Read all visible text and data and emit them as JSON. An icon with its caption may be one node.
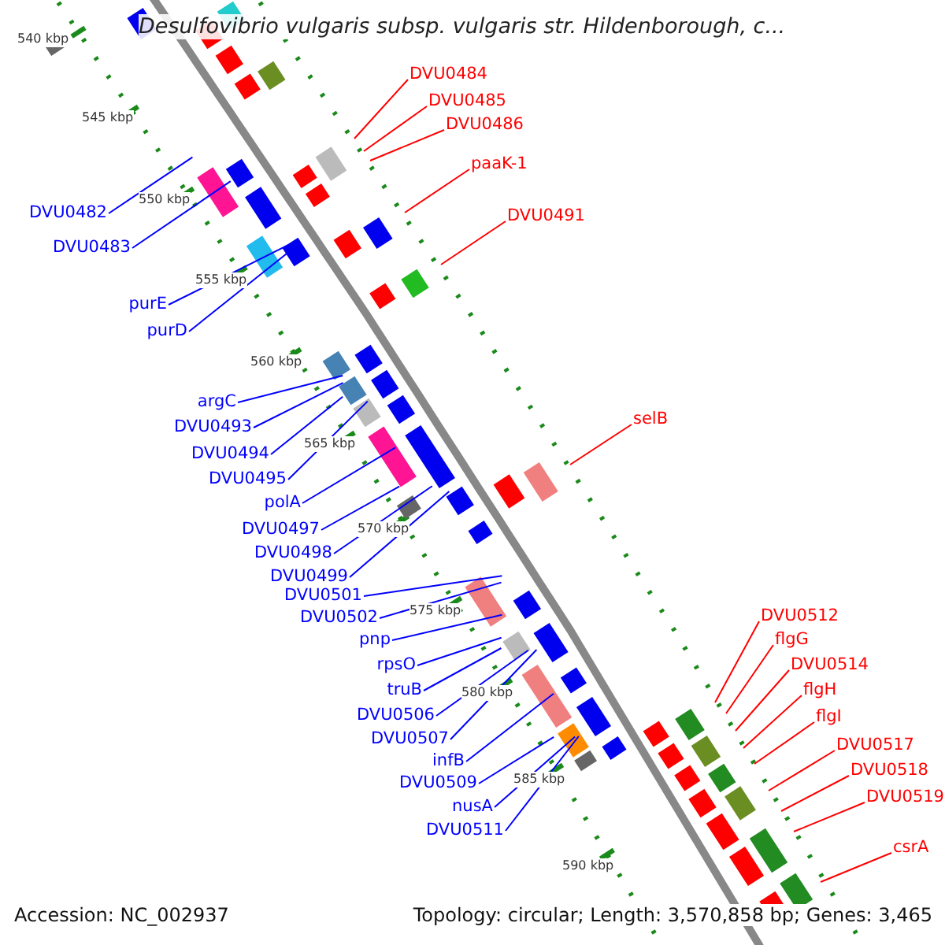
{
  "diagram": {
    "title": "Desulfovibrio vulgaris subsp. vulgaris str. Hildenborough, c...",
    "nodes": [
      {
        "text": [
          "DVU0484"
        ]
      },
      {
        "text": [
          "DVU0485"
        ]
      },
      {
        "text": [
          "DVU0486"
        ]
      },
      {
        "text": [
          "paaK-1"
        ]
      },
      {
        "text": [
          "DVU0482"
        ]
      },
      {
        "text": [
          "DVU0491"
        ]
      },
      {
        "text": [
          "DVU0483"
        ]
      },
      {
        "text": [
          "purE"
        ]
      },
      {
        "text": [
          "purD"
        ]
      },
      {
        "text": [
          "argC"
        ]
      },
      {
        "text": [
          "selB"
        ]
      },
      {
        "text": [
          "DVU0493"
        ]
      },
      {
        "text": [
          "DVU0494"
        ]
      },
      {
        "text": [
          "DVU0495"
        ]
      },
      {
        "text": [
          "polA"
        ]
      },
      {
        "text": [
          "DVU0497"
        ]
      },
      {
        "text": [
          "DVU0498"
        ]
      },
      {
        "text": [
          "DVU0499"
        ]
      },
      {
        "text": [
          "DVU0501"
        ]
      },
      {
        "text": [
          "DVU0512"
        ]
      },
      {
        "text": [
          "DVU0502"
        ]
      },
      {
        "text": [
          "pnp"
        ]
      },
      {
        "text": [
          "flgG"
        ]
      },
      {
        "text": [
          "rpsO"
        ]
      },
      {
        "text": [
          "DVU0514"
        ]
      },
      {
        "text": [
          "truB"
        ]
      },
      {
        "text": [
          "flgH"
        ]
      },
      {
        "text": [
          "DVU0506"
        ]
      },
      {
        "text": [
          "flgI"
        ]
      },
      {
        "text": [
          "DVU0507"
        ]
      },
      {
        "text": [
          "DVU0517"
        ]
      },
      {
        "text": [
          "infB"
        ]
      },
      {
        "text": [
          "DVU0518"
        ]
      },
      {
        "text": [
          "DVU0509"
        ]
      },
      {
        "text": [
          "DVU0519"
        ]
      },
      {
        "text": [
          "nusA"
        ]
      },
      {
        "text": [
          "DVU0511"
        ]
      },
      {
        "text": [
          "csrA"
        ]
      }
    ],
    "edges": [
      {
        "from": 0,
        "to": null,
        "arrow": "none",
        "color": "#ff0000"
      },
      {
        "from": 1,
        "to": null,
        "arrow": "none",
        "color": "#ff0000"
      },
      {
        "from": 2,
        "to": null,
        "arrow": "none",
        "color": "#ff0000"
      },
      {
        "from": 3,
        "to": null,
        "arrow": "none",
        "color": "#ff0000"
      },
      {
        "from": 4,
        "to": null,
        "arrow": "none"
      },
      {
        "from": 5,
        "to": null,
        "arrow": "none",
        "color": "#ff0000"
      },
      {
        "from": 6,
        "to": null,
        "arrow": "none"
      },
      {
        "from": 7,
        "to": null,
        "arrow": "none"
      },
      {
        "from": 8,
        "to": null,
        "arrow": "none"
      },
      {
        "from": 9,
        "to": null,
        "arrow": "none"
      },
      {
        "from": 10,
        "to": null,
        "arrow": "none",
        "color": "#ff0000"
      },
      {
        "from": 11,
        "to": null,
        "arrow": "none"
      },
      {
        "from": 12,
        "to": null,
        "arrow": "none"
      },
      {
        "from": 13,
        "to": null,
        "arrow": "none"
      },
      {
        "from": 14,
        "to": null,
        "arrow": "none"
      },
      {
        "from": 15,
        "to": null,
        "arrow": "none"
      },
      {
        "from": 16,
        "to": null,
        "arrow": "none"
      },
      {
        "from": 17,
        "to": null,
        "arrow": "none"
      },
      {
        "from": 18,
        "to": null,
        "arrow": "none"
      },
      {
        "from": 19,
        "to": null,
        "arrow": "none",
        "color": "#ff0000"
      },
      {
        "from": 20,
        "to": null,
        "arrow": "none"
      },
      {
        "from": 21,
        "to": null,
        "arrow": "none"
      },
      {
        "from": 22,
        "to": null,
        "arrow": "none",
        "color": "#ff0000"
      },
      {
        "from": 23,
        "to": null,
        "arrow": "none"
      },
      {
        "from": 24,
        "to": null,
        "arrow": "none",
        "color": "#ff0000"
      },
      {
        "from": 25,
        "to": null,
        "arrow": "none"
      },
      {
        "from": 26,
        "to": null,
        "arrow": "none",
        "color": "#ff0000"
      },
      {
        "from": 27,
        "to": null,
        "arrow": "none"
      },
      {
        "from": 28,
        "to": null,
        "arrow": "none",
        "color": "#ff0000"
      },
      {
        "from": 29,
        "to": null,
        "arrow": "none"
      },
      {
        "from": 30,
        "to": null,
        "arrow": "none",
        "color": "#ff0000"
      },
      {
        "from": 31,
        "to": null,
        "arrow": "none"
      },
      {
        "from": 32,
        "to": null,
        "arrow": "none",
        "color": "#ff0000"
      },
      {
        "from": 33,
        "to": null,
        "arrow": "none"
      },
      {
        "from": 34,
        "to": null,
        "arrow": "none",
        "color": "#ff0000"
      },
      {
        "from": 35,
        "to": null,
        "arrow": "none"
      },
      {
        "from": 36,
        "to": null,
        "arrow": "none"
      },
      {
        "from": 37,
        "to": null,
        "arrow": "none",
        "color": "#ff0000"
      }
    ],
    "labels": [
      "540 kbp",
      "545 kbp",
      "550 kbp",
      "555 kbp",
      "560 kbp",
      "565 kbp",
      "570 kbp",
      "575 kbp",
      "580 kbp",
      "585 kbp",
      "590 kbp",
      "Accession: NC_002937",
      "Topology: circular; Length: 3,570,858 bp; Genes: 3,465"
    ]
  }
}
